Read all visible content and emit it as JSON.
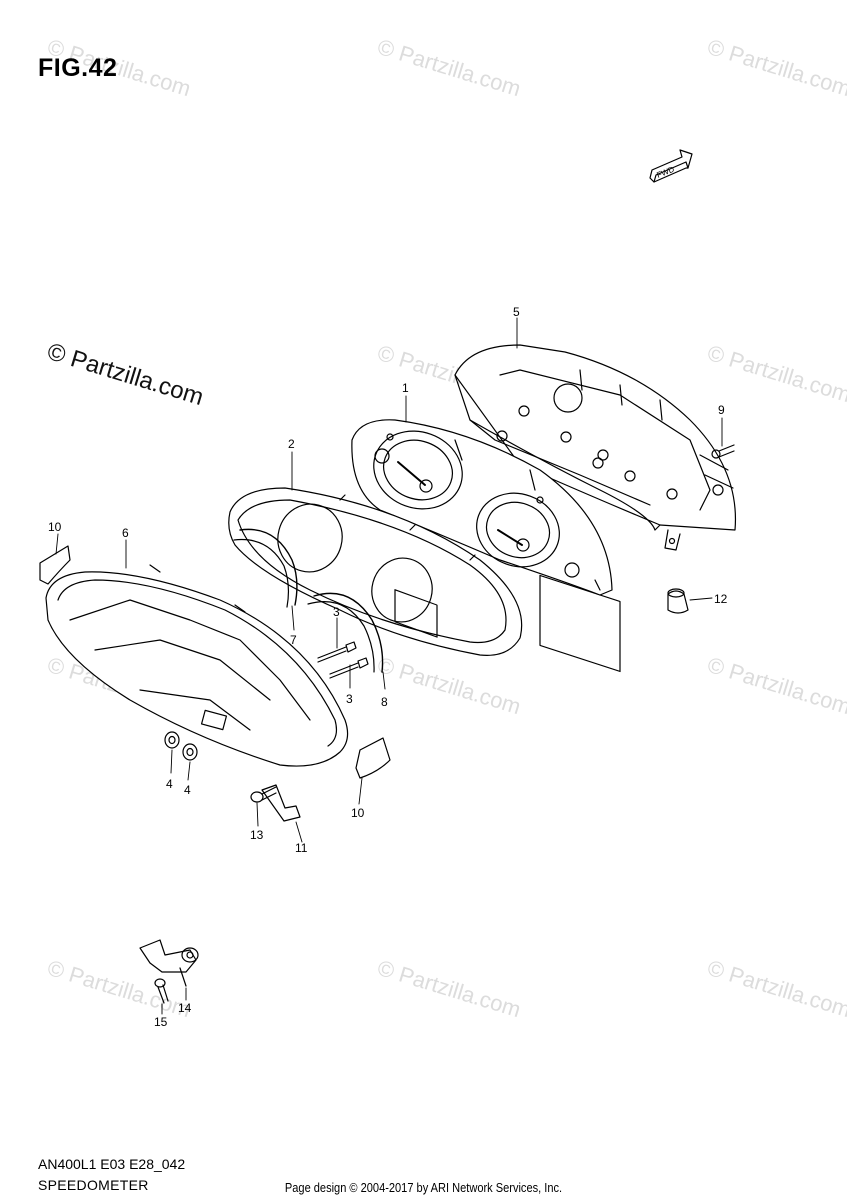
{
  "figure": {
    "title": "FIG.42",
    "fwd_label": "FWD"
  },
  "watermark": {
    "text": "© Partzilla.com"
  },
  "callouts": [
    "1",
    "2",
    "3",
    "3",
    "4",
    "4",
    "5",
    "6",
    "7",
    "8",
    "9",
    "10",
    "10",
    "11",
    "12",
    "13",
    "14",
    "15"
  ],
  "footer": {
    "model_code": "AN400L1 E03 E28_042",
    "section_title": "SPEEDOMETER",
    "credit": "Page design © 2004-2017 by ARI Network Services, Inc."
  }
}
